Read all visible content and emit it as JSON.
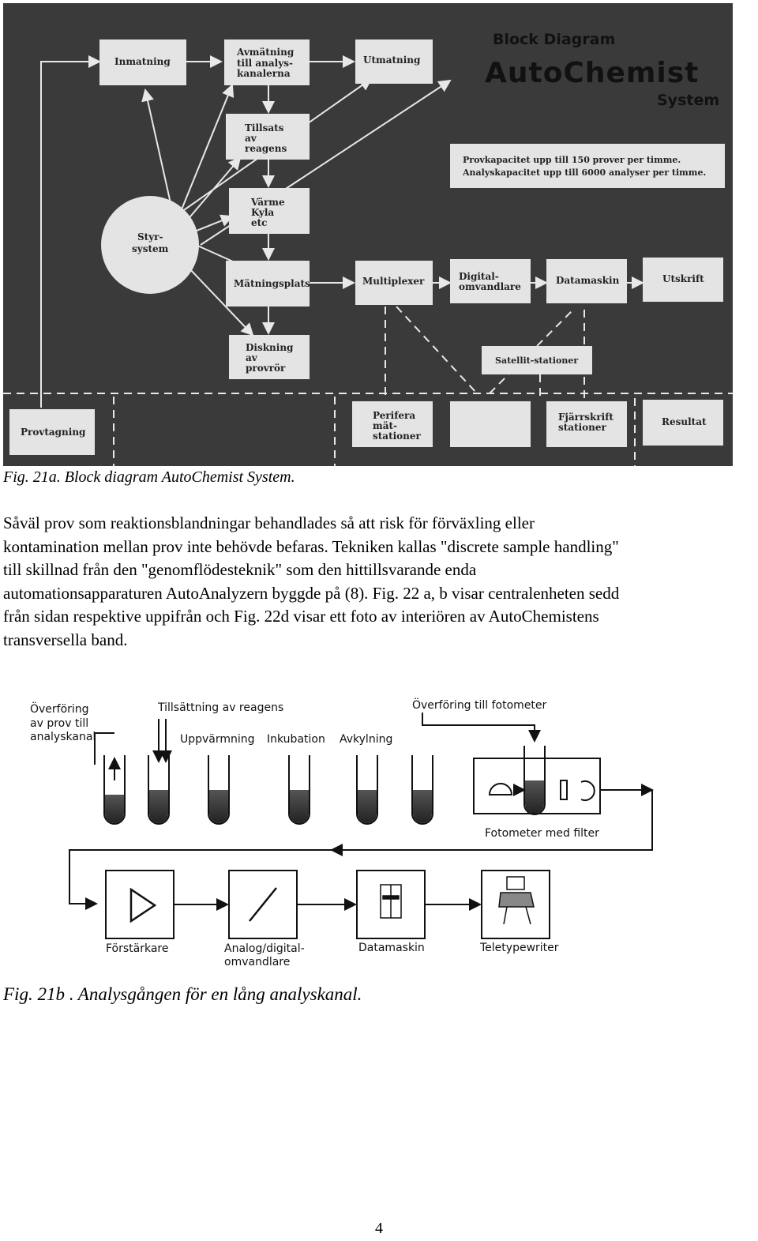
{
  "figure_a": {
    "title": "Block Diagram",
    "brand": "AutoChemist",
    "brand_suffix": "System",
    "capacity": [
      "Provkapacitet upp till 150 prover per timme.",
      "Analyskapacitet upp till 6000 analyser per timme."
    ],
    "boxes": {
      "inmatning": "Inmatning",
      "avmatning": [
        "Avmätning",
        "till analys-",
        "kanalerna"
      ],
      "utmatning": "Utmatning",
      "tillsats": [
        "Tillsats",
        "av",
        "reagens"
      ],
      "varme": [
        "Värme",
        "Kyla",
        "etc"
      ],
      "styrsystem": [
        "Styr-",
        "system"
      ],
      "matningsplats": "Mätningsplats",
      "multiplexer": "Multiplexer",
      "digital": [
        "Digital-",
        "omvandlare"
      ],
      "datamaskin": "Datamaskin",
      "utskrift": "Utskrift",
      "diskning": [
        "Diskning",
        "av",
        "provrör"
      ],
      "satellit": "Satellit-stationer",
      "provtagning": "Provtagning",
      "perifera": [
        "Perifera",
        "mät-",
        "stationer"
      ],
      "fjarrskrift": [
        "Fjärrskrift",
        "stationer"
      ],
      "resultat": "Resultat"
    },
    "caption": "Fig. 21a. Block diagram AutoChemist System."
  },
  "body_lines": [
    "Såväl prov som reaktionsblandningar behandlades så att risk för förväxling eller",
    "kontamination mellan prov inte behövde befaras. Tekniken kallas \"discrete sample handling\"",
    "till skillnad från den \"genomflödesteknik\" som den hittillsvarande enda",
    "automationsapparaturen AutoAnalyzern byggde på (8). Fig. 22 a, b visar centralenheten sedd",
    "från sidan respektive uppifrån och Fig. 22d visar ett foto av interiören av AutoChemistens",
    "transversella band."
  ],
  "figure_b": {
    "labels": {
      "overforing_prov": [
        "Överföring",
        "av prov till",
        "analyskanal"
      ],
      "tillsattning": "Tillsättning av reagens",
      "overforing_foto": "Överföring till fotometer",
      "uppvarmning": "Uppvärmning",
      "inkubation": "Inkubation",
      "avkylning": "Avkylning",
      "fotometer": "Fotometer med filter",
      "forstarkare": "Förstärkare",
      "analog": [
        "Analog/digital-",
        "omvandlare"
      ],
      "datamaskin": "Datamaskin",
      "teletypewriter": "Teletypewriter"
    },
    "caption": "Fig. 21b . Analysgången för en lång analyskanal."
  },
  "page_number": "4"
}
